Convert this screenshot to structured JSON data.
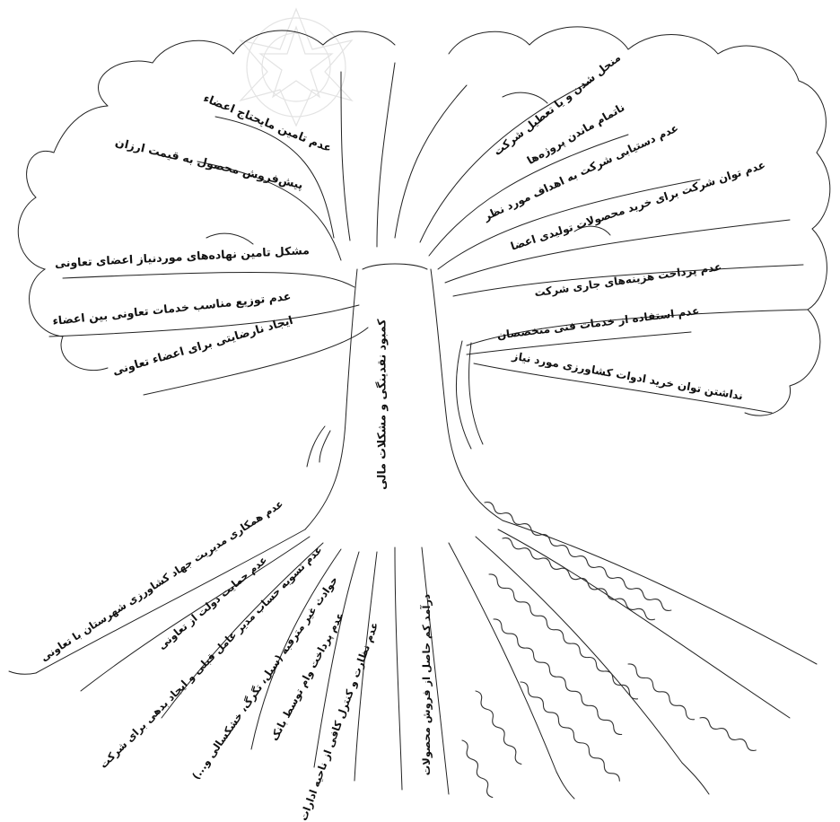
{
  "trunk": {
    "center_label": "کمبود نقدینگی و مشکلات مالی",
    "lower_label": "درآمد کم حاصل از فروش محصولات"
  },
  "left_branches": [
    "عدم تامین مایحتاج اعضاء",
    "پیش‌فروش محصول به قیمت ارزان",
    "مشکل تامین نهاده‌های موردنیاز اعضای تعاونی",
    "عدم توزیع مناسب خدمات تعاونی بین اعضاء",
    "ایجاد نارضایتی برای اعضاء تعاونی"
  ],
  "right_branches": [
    "منحل شدن و یا تعطیل شرکت",
    "ناتمام ماندن پروژه‌ها",
    "عدم دستیابی شرکت به اهداف مورد نظر",
    "عدم توان شرکت برای خرید محصولات تولیدی اعضا",
    "عدم پرداخت هزینه‌های جاری شرکت",
    "عدم استفاده از خدمات فنی متخصصان",
    "نداشتن توان خرید ادوات کشاورزی مورد نیاز"
  ],
  "left_roots": [
    "عدم همکاری مدیریت جهاد کشاورزی شهرستان با تعاونی",
    "عدم حمایت دولت از تعاونی",
    "عدم تسویه حساب مدیر عامل قبلی و ایجاد بدهی برای شرکت",
    "حوادث غیر مترقبه (سیل، تگرگ، خشکسالی و...)",
    "عدم پرداخت وام توسط بانک",
    "عدم نظارت و کنترل کافی از ناحیه ادارات"
  ]
}
